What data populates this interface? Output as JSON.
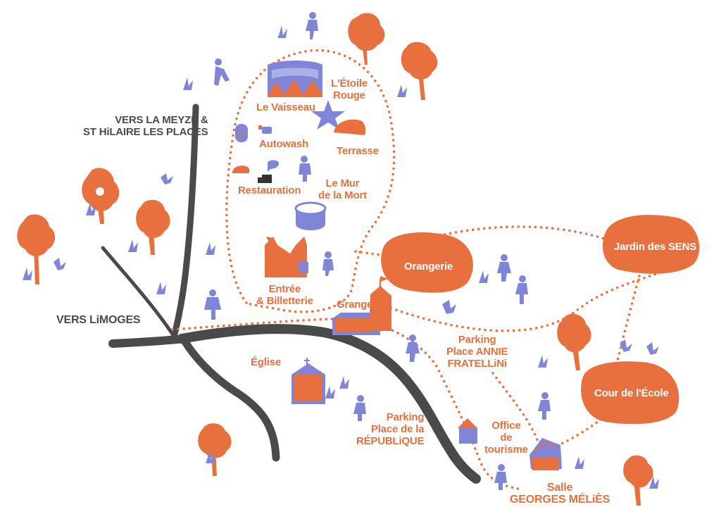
{
  "colors": {
    "orange": "#e8703e",
    "blue": "#7f86d8",
    "road": "#4a4a4a",
    "background": "#ffffff"
  },
  "directions": {
    "meyze_line1": "VERS LA MEYZE &",
    "meyze_line2": "ST HiLAIRE LES PLACES",
    "limoges": "VERS LiMOGES"
  },
  "places": {
    "vaisseau": "Le Vaisseau",
    "etoile_line1": "L'Étoile",
    "etoile_line2": "Rouge",
    "autowash": "Autowash",
    "terrasse": "Terrasse",
    "restauration": "Restauration",
    "mur_line1": "Le Mur",
    "mur_line2": "de la Mort",
    "entree_line1": "Entrée",
    "entree_line2": "& Billetterie",
    "grange": "Grange",
    "orangerie": "Orangerie",
    "jardin_part1": "Jardin des ",
    "jardin_part2": "SENS",
    "parking_annie_line1": "Parking",
    "parking_annie_line2a": "Place ",
    "parking_annie_line2b": "ANNIE",
    "parking_annie_line3": "FRATELLiNi",
    "eglise": "Église",
    "parking_rep_line1": "Parking",
    "parking_rep_line2": "Place de la",
    "parking_rep_line3": "RÉPUBLiQUE",
    "office_line1": "Office",
    "office_line2": "de",
    "office_line3": "tourisme",
    "cour": "Cour de l'École",
    "salle_line1": "Salle",
    "salle_line2": "GEORGES MÉLiÈS"
  },
  "icons": {
    "star": "star-icon",
    "tent": "tent-icon",
    "tree": "tree-icon",
    "person": "person-icon",
    "butterfly": "butterfly-icon",
    "grass": "grass-icon",
    "church": "church-icon",
    "house": "house-icon",
    "caravan": "caravan-icon",
    "wall_of_death": "wall-of-death-icon",
    "food_truck": "food-truck-icon"
  }
}
